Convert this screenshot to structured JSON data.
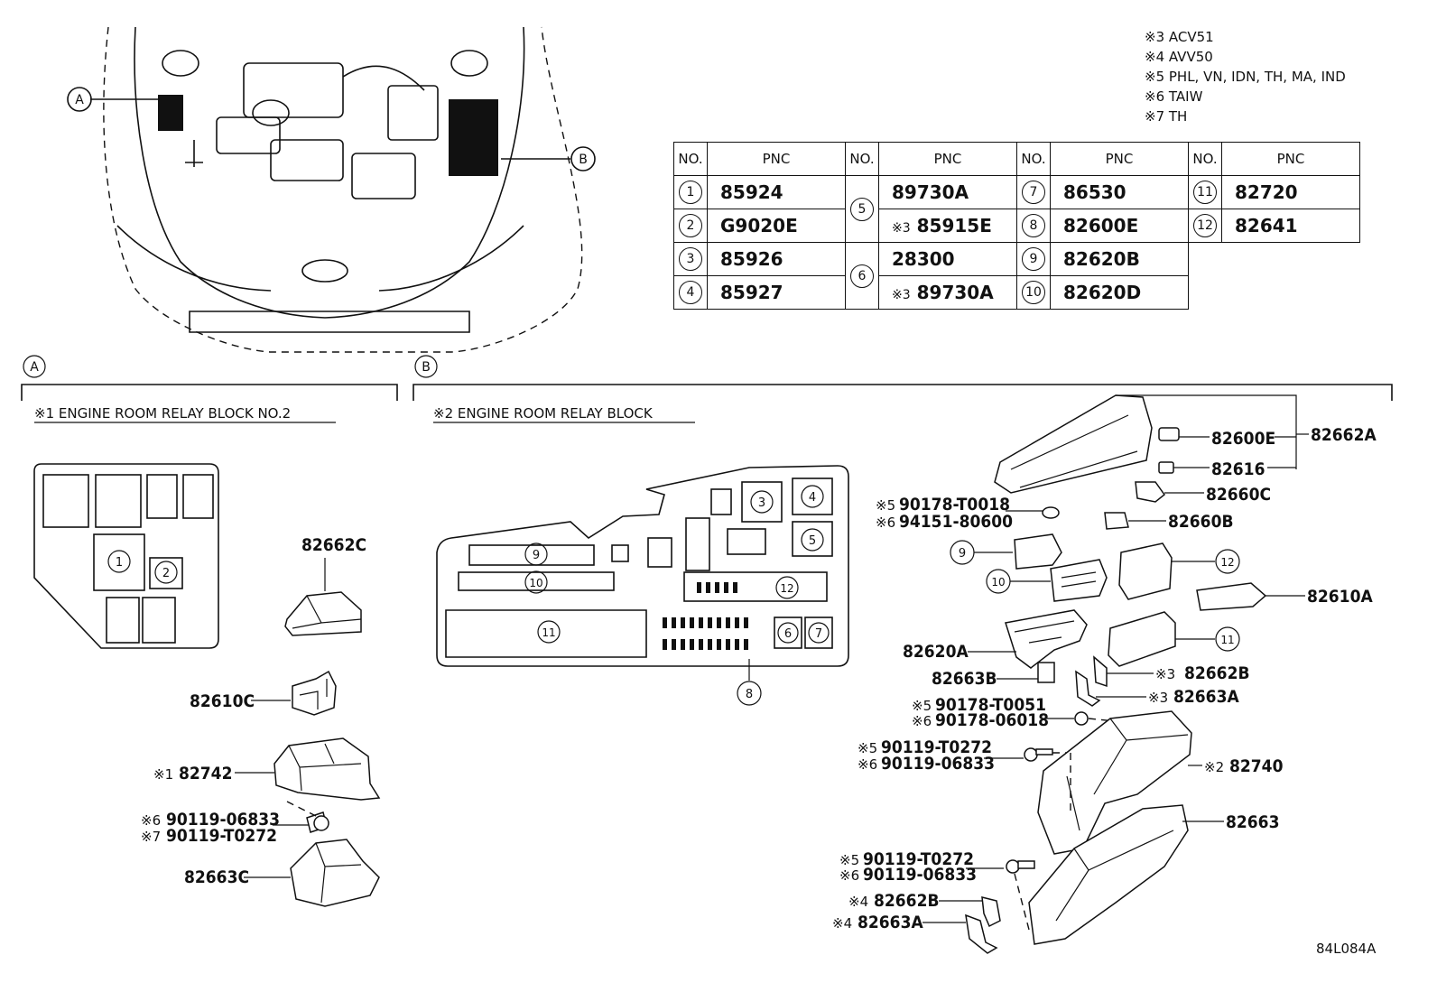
{
  "notes": [
    "※3 ACV51",
    "※4 AVV50",
    "※5 PHL, VN, IDN, TH, MA, IND",
    "※6 TAIW",
    "※7 TH"
  ],
  "table": {
    "headers": {
      "no": "NO.",
      "pnc": "PNC"
    },
    "col1": [
      {
        "no": "1",
        "pnc": "85924"
      },
      {
        "no": "2",
        "pnc": "G9020E"
      },
      {
        "no": "3",
        "pnc": "85926"
      },
      {
        "no": "4",
        "pnc": "85927"
      }
    ],
    "col2": [
      {
        "no": "5",
        "pnc_a": "89730A",
        "pnc_b_mark": "※3",
        "pnc_b": "85915E"
      },
      {
        "no": "6",
        "pnc_a": "28300",
        "pnc_b_mark": "※3",
        "pnc_b": "89730A"
      }
    ],
    "col3": [
      {
        "no": "7",
        "pnc": "86530"
      },
      {
        "no": "8",
        "pnc": "82600E"
      },
      {
        "no": "9",
        "pnc": "82620B"
      },
      {
        "no": "10",
        "pnc": "82620D"
      }
    ],
    "col4": [
      {
        "no": "11",
        "pnc": "82720"
      },
      {
        "no": "12",
        "pnc": "82641"
      }
    ]
  },
  "callouts": {
    "a": "A",
    "b": "B"
  },
  "section_a": {
    "label": "A",
    "title": "※1 ENGINE ROOM RELAY BLOCK NO.2",
    "box_nums": [
      "1",
      "2"
    ]
  },
  "section_b": {
    "label": "B",
    "title": "※2 ENGINE ROOM RELAY BLOCK",
    "box_nums": [
      "3",
      "4",
      "5",
      "6",
      "7",
      "8",
      "9",
      "10",
      "11",
      "12"
    ]
  },
  "parts_a": {
    "cover": "82662C",
    "bracket": "82610C",
    "block_mark": "※1",
    "block": "82742",
    "bolt_mark_1": "※6",
    "bolt_1": "90119-06833",
    "bolt_mark_2": "※7",
    "bolt_2": "90119-T0272",
    "lower": "82663C"
  },
  "parts_b": {
    "top_cover": "82662A",
    "p82600e": "82600E",
    "p82616": "82616",
    "p82660c": "82660C",
    "p82660b": "82660B",
    "p82610a": "82610A",
    "p82620a": "82620A",
    "p82663b": "82663B",
    "clip_mark_a": "※5",
    "clip_a": "90178-T0018",
    "clip_mark_b": "※6",
    "clip_b": "94151-80600",
    "mark_82662b": "※3",
    "p82662b": "82662B",
    "mark_82663a": "※3",
    "p82663a": "82663A",
    "nut_mark_a": "※5",
    "nut_a": "90178-T0051",
    "nut_mark_b": "※6",
    "nut_b": "90178-06018",
    "bolt_mark_a": "※5",
    "bolt_a": "90119-T0272",
    "bolt_mark_b": "※6",
    "bolt_b": "90119-06833",
    "mark_82740": "※2",
    "p82740": "82740",
    "p82663": "82663",
    "bolt2_mark_a": "※5",
    "bolt2_a": "90119-T0272",
    "bolt2_mark_b": "※6",
    "bolt2_b": "90119-06833",
    "mark4_82662b": "※4",
    "p4_82662b": "82662B",
    "mark4_82663a": "※4",
    "p4_82663a": "82663A"
  },
  "drawing_code": "84L084A"
}
